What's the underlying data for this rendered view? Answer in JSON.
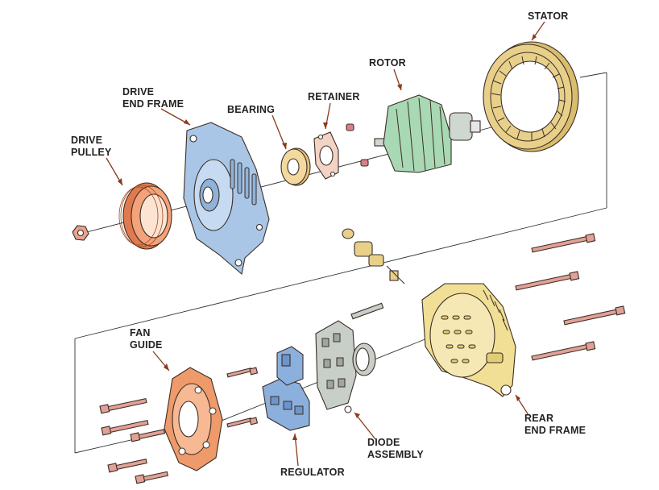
{
  "labels": {
    "stator": "STATOR",
    "rotor": "ROTOR",
    "retainer": "RETAINER",
    "drive_end_frame_1": "DRIVE",
    "drive_end_frame_2": "END FRAME",
    "bearing": "BEARING",
    "drive_pulley_1": "DRIVE",
    "drive_pulley_2": "PULLEY",
    "fan_guide_1": "FAN",
    "fan_guide_2": "GUIDE",
    "rear_end_frame_1": "REAR",
    "rear_end_frame_2": "END FRAME",
    "diode_assembly_1": "DIODE",
    "diode_assembly_2": "ASSEMBLY",
    "regulator": "REGULATOR"
  },
  "colors": {
    "leader": "#8a3a1a",
    "drive_end_frame": "#a9c6e6",
    "pulley": "#e07a4e",
    "bearing": "#f3d9a0",
    "retainer": "#f2d3c4",
    "rotor": "#a8d8b4",
    "stator": "#e8d08a",
    "rear_end_frame": "#f0df95",
    "fan_guide": "#ef9a6a",
    "regulator": "#8cb0de",
    "diode": "#c8cfc8",
    "bolts": "#e2a096"
  }
}
